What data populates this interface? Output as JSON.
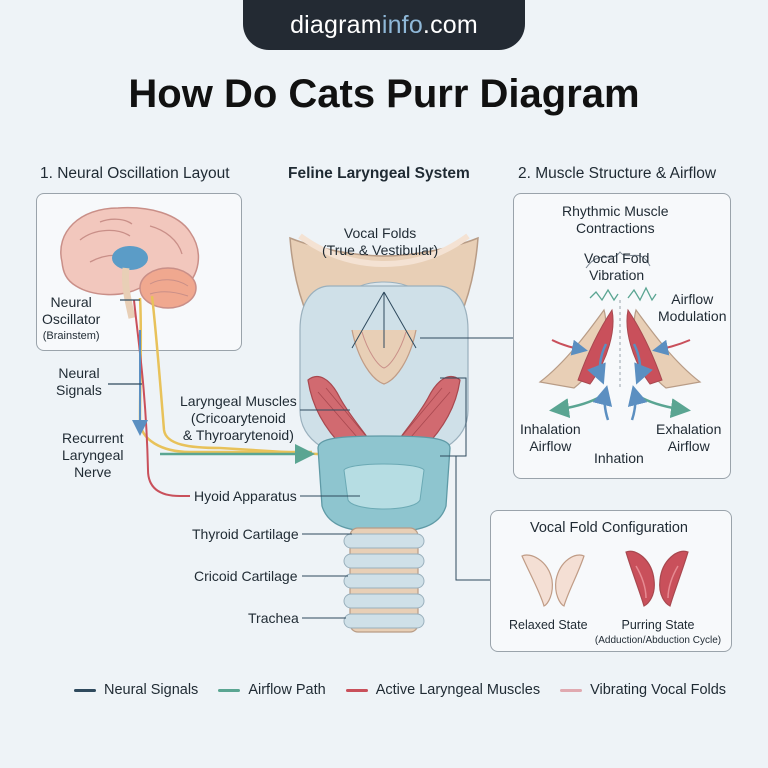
{
  "brand": {
    "prefix": "diagram",
    "accent": "info",
    "suffix": ".com"
  },
  "title": "How Do Cats Purr Diagram",
  "headings": {
    "left": "1. Neural Oscillation Layout",
    "center": "Feline Laryngeal System",
    "right": "2. Muscle Structure & Airflow"
  },
  "labels": {
    "neural_oscillator": "Neural\nOscillator",
    "brainstem": "(Brainstem)",
    "neural_signals": "Neural\nSignals",
    "recurrent_nerve": "Recurrent\nLaryngeal\nNerve",
    "vocal_folds": "Vocal Folds\n(True & Vestibular)",
    "laryngeal_muscles": "Laryngeal Muscles\n(Cricoarytenoid\n& Thyroarytenoid)",
    "hyoid": "Hyoid Apparatus",
    "thyroid": "Thyroid Cartilage",
    "cricoid": "Cricoid Cartilage",
    "trachea": "Trachea",
    "rhythmic": "Rhythmic Muscle\nContractions",
    "vibration": "Vocal Fold\nVibration",
    "modulation": "Airflow\nModulation",
    "inhalation": "Inhalation\nAirflow",
    "exhalation": "Exhalation\nAirflow",
    "inhation": "Inhation"
  },
  "config": {
    "title": "Vocal Fold Configuration",
    "relaxed": "Relaxed State",
    "purring": "Purring State",
    "purring_note": "(Adduction/Abduction Cycle)"
  },
  "legend": [
    {
      "label": "Neural Signals",
      "color": "#2f4a5e"
    },
    {
      "label": "Airflow Path",
      "color": "#5aa592"
    },
    {
      "label": "Active Laryngeal Muscles",
      "color": "#c9505b"
    },
    {
      "label": "Vibrating Vocal Folds",
      "color": "#e0a9b0"
    }
  ],
  "colors": {
    "neural": "#2f4a5e",
    "airflow": "#5aa592",
    "muscle": "#c9505b",
    "fold": "#e0a9b0",
    "nerve_yellow": "#e8c25a",
    "cartilage_teal": "#8ec5cf",
    "cartilage_tan": "#e8cfb6",
    "signal_blue": "#5b8fc1"
  }
}
